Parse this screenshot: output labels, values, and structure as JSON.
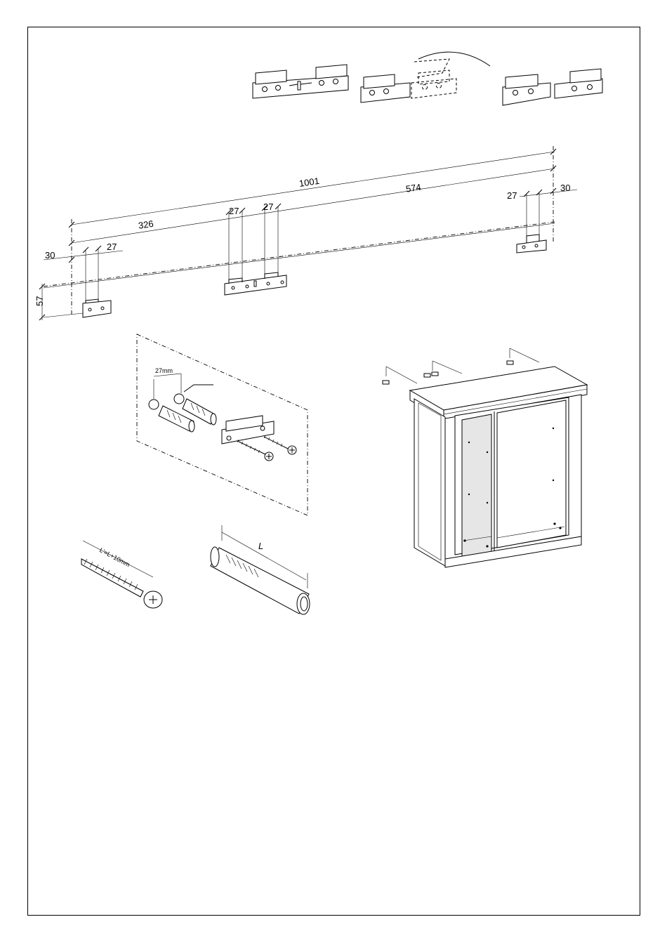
{
  "diagram": {
    "dimensions": {
      "total_width": "1001",
      "left_span": "326",
      "right_span": "574",
      "bracket_width": "27",
      "end_offset": "30",
      "height": "57"
    },
    "detail": {
      "hole_spacing": "27mm"
    },
    "screw_formula": "L'=L+10mm",
    "dowel_length": "L"
  }
}
